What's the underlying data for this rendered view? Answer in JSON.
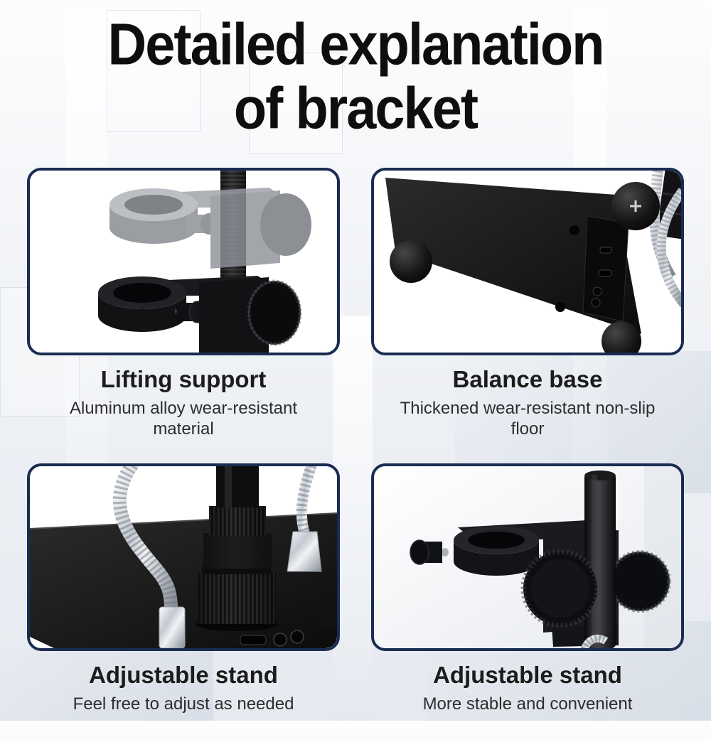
{
  "title": {
    "line1": "Detailed explanation",
    "line2": "of bracket"
  },
  "panels": [
    {
      "title": "Lifting support",
      "subtitle": "Aluminum alloy wear-resistant material",
      "image": "lifting-support-clamp-photo"
    },
    {
      "title": "Balance base",
      "subtitle": "Thickened wear-resistant non-slip floor",
      "image": "balance-base-underside-photo"
    },
    {
      "title": "Adjustable stand",
      "subtitle": "Feel free to adjust as needed",
      "image": "adjustable-stand-base-goosenecks-photo"
    },
    {
      "title": "Adjustable stand",
      "subtitle": "More stable and convenient",
      "image": "adjustable-stand-bracket-pole-photo"
    }
  ],
  "colors": {
    "panel_border": "#1a2c52",
    "title_text": "#0e0e0e",
    "caption_title": "#1c1c1c",
    "caption_subtitle": "#2d2d2d",
    "background": "#eceff4",
    "product": "#141414",
    "chrome": "#c3c9d1"
  }
}
